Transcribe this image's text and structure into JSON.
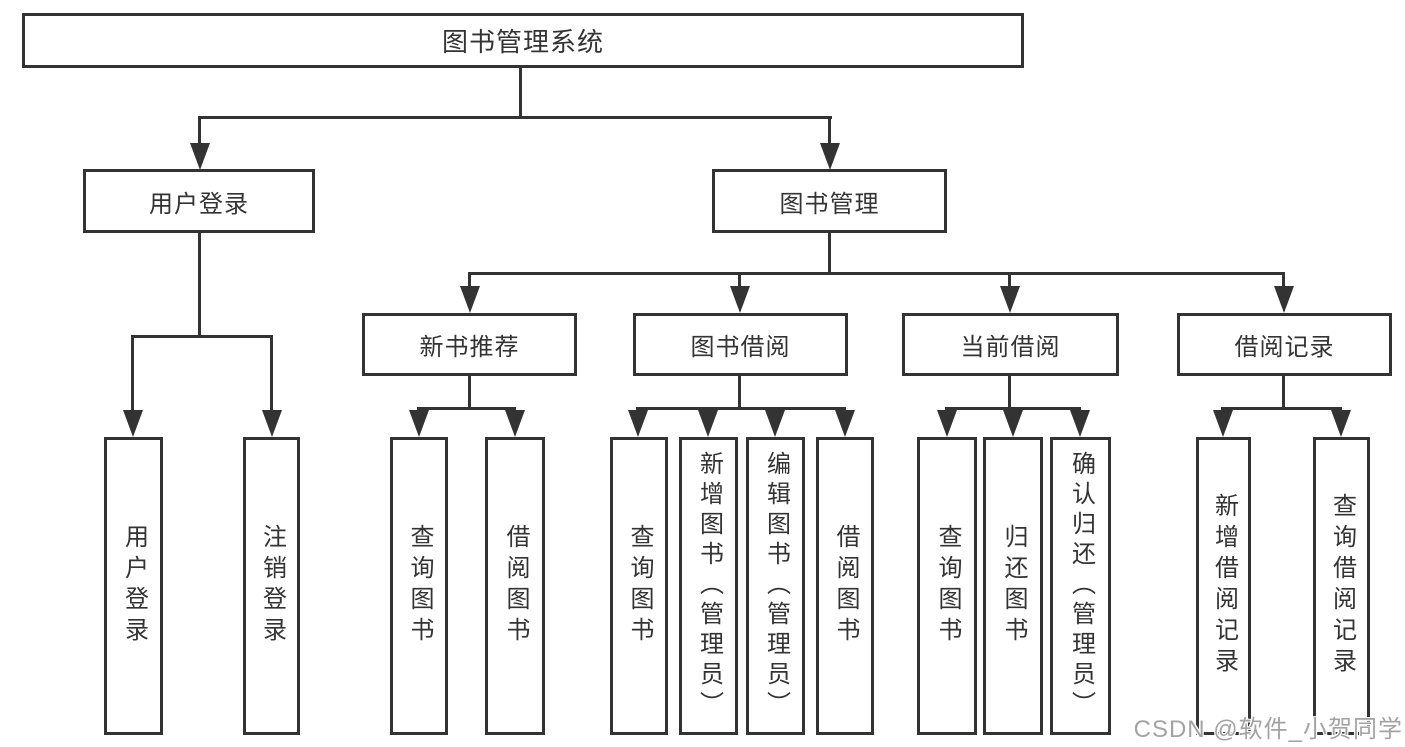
{
  "diagram": {
    "root": "图书管理系统",
    "level2": {
      "user_login": "用户登录",
      "book_mgmt": "图书管理"
    },
    "level3": {
      "new_book": "新书推荐",
      "book_borrow": "图书借阅",
      "current_borrow": "当前借阅",
      "borrow_record": "借阅记录"
    },
    "leaves": {
      "user_login": [
        "用户登录",
        "注销登录"
      ],
      "new_book": [
        "查询图书",
        "借阅图书"
      ],
      "book_borrow": [
        "查询图书",
        "新增图书（管理员）",
        "编辑图书（管理员）",
        "借阅图书"
      ],
      "current_borrow": [
        "查询图书",
        "归还图书",
        "确认归还（管理员）"
      ],
      "borrow_record": [
        "新增借阅记录",
        "查询借阅记录"
      ]
    }
  },
  "watermark": "CSDN @软件_小贺同学",
  "colors": {
    "line": "#333333",
    "text": "#333333",
    "background": "#ffffff",
    "watermark": "#a3a3a3"
  }
}
